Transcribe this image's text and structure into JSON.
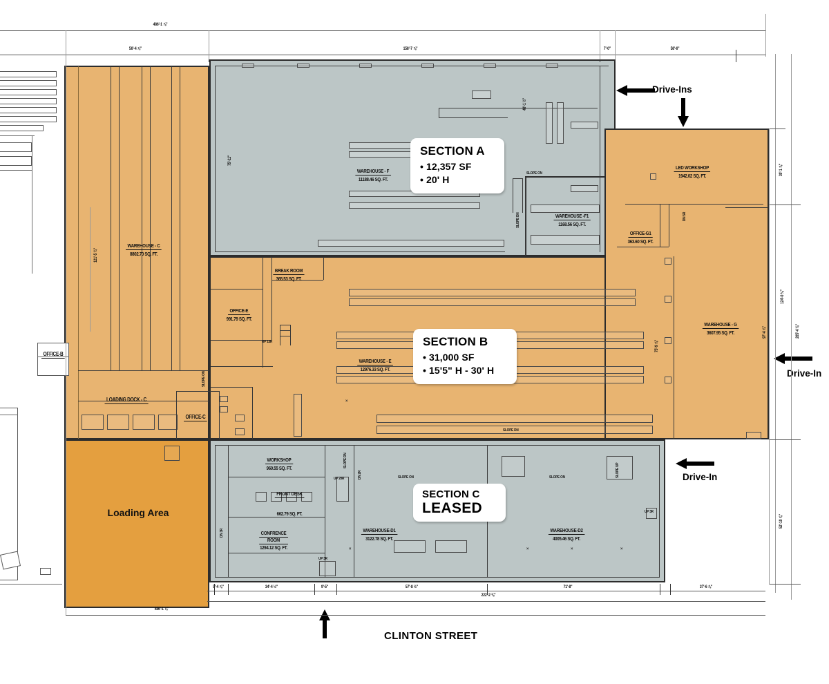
{
  "document": {
    "type": "architectural-floor-plan",
    "street_label": "CLINTON STREET"
  },
  "colors": {
    "zone_orange": "#e8b471",
    "zone_orange_dark": "#e49f3f",
    "zone_grey": "#bcc6c6",
    "outline": "#2c2c2c",
    "callout_bg": "#ffffff",
    "text": "#111111"
  },
  "callouts": [
    {
      "id": "section-a",
      "title": "SECTION A",
      "lines": [
        "12,357 SF",
        "20' H"
      ]
    },
    {
      "id": "section-b",
      "title": "SECTION B",
      "lines": [
        "31,000 SF",
        "15'5\" H - 30' H"
      ]
    },
    {
      "id": "section-c",
      "title": "SECTION C",
      "status": "LEASED"
    }
  ],
  "annotations": [
    {
      "id": "drive-ins-top",
      "label": "Drive-Ins"
    },
    {
      "id": "drive-in-right",
      "label": "Drive-In"
    },
    {
      "id": "drive-in-lower-right",
      "label": "Drive-In"
    },
    {
      "id": "loading-area",
      "label": "Loading Area"
    },
    {
      "id": "clinton-street",
      "label": "CLINTON STREET"
    }
  ],
  "rooms": [
    {
      "id": "warehouse-c",
      "name": "WAREHOUSE - C",
      "area": "8802.70 SQ. FT."
    },
    {
      "id": "loading-dock-c",
      "name": "LOADING DOCK - C",
      "area": ""
    },
    {
      "id": "office-b",
      "name": "OFFICE-B",
      "area": ""
    },
    {
      "id": "office-c",
      "name": "OFFICE-C",
      "area": ""
    },
    {
      "id": "warehouse-f",
      "name": "WAREHOUSE - F",
      "area": "11188.46 SQ. FT."
    },
    {
      "id": "warehouse-f1",
      "name": "WAREHOUSE -F1",
      "area": "1168.56 SQ. FT."
    },
    {
      "id": "led-workshop",
      "name": "LED WORKSHOP",
      "area": "1942.02 SQ. FT."
    },
    {
      "id": "office-g1",
      "name": "OFFICE-G1",
      "area": "363.60 SQ. FT."
    },
    {
      "id": "warehouse-g",
      "name": "WAREHOUSE - G",
      "area": "3607.95 SQ. FT."
    },
    {
      "id": "break-room",
      "name": "BREAK ROOM",
      "area": "365.53 SQ. FT."
    },
    {
      "id": "office-e",
      "name": "OFFICE-E",
      "area": "991.79 SQ. FT."
    },
    {
      "id": "warehouse-e",
      "name": "WAREHOUSE - E",
      "area": "12976.33 SQ. FT."
    },
    {
      "id": "workshop",
      "name": "WORKSHOP",
      "area": "960.55 SQ. FT."
    },
    {
      "id": "front-desk",
      "name": "FRONT DESK",
      "area": "662.79 SQ. FT."
    },
    {
      "id": "confrence-room",
      "name": "CONFRENCE",
      "name2": "ROOM",
      "area": "1294.12 SQ. FT."
    },
    {
      "id": "warehouse-d1",
      "name": "WAREHOUSE-D1",
      "area": "3122.78 SQ. FT."
    },
    {
      "id": "warehouse-d2",
      "name": "WAREHOUSE-D2",
      "area": "4005.46 SQ. FT."
    }
  ],
  "plan_notes": [
    {
      "id": "slope-on-1",
      "label": "SLOPE ON"
    },
    {
      "id": "slope-on-2",
      "label": "SLOPE ON"
    },
    {
      "id": "slope-on-3",
      "label": "SLOPE ON"
    },
    {
      "id": "slope-on-4",
      "label": "SLOPE ON"
    },
    {
      "id": "slope-dn-1",
      "label": "SLOPE DN"
    },
    {
      "id": "slope-dn-2",
      "label": "SLOPE DN"
    },
    {
      "id": "slope-up-1",
      "label": "SLOPE UP"
    },
    {
      "id": "up-15r",
      "label": "UP 15R"
    },
    {
      "id": "up-20r",
      "label": "UP 20R"
    },
    {
      "id": "up-3r",
      "label": "UP 3R"
    },
    {
      "id": "dn-2r",
      "label": "DN 2R"
    },
    {
      "id": "dn-3r",
      "label": "DN 3R"
    },
    {
      "id": "up-3r-right",
      "label": "UP 3R"
    },
    {
      "id": "dn-5r",
      "label": "DN 5R"
    },
    {
      "id": "slope-2",
      "label": "SLOPE DN"
    }
  ],
  "dimensions": {
    "top_overall": "486'-1 ⅞\"",
    "top_chain": [
      {
        "id": "dim-56-4",
        "label": "56'-4 ⅞\""
      },
      {
        "id": "dim-158-7",
        "label": "158'-7 ⅞\""
      },
      {
        "id": "dim-7-0",
        "label": "7'-0\""
      },
      {
        "id": "dim-58-6",
        "label": "58'-6\""
      }
    ],
    "bottom_overall": "486'-1 ⅞\"",
    "bottom_chain": [
      {
        "id": "dim-5-4",
        "label": "5'-4 ⅞\""
      },
      {
        "id": "dim-34-4",
        "label": "34'-4 ½\""
      },
      {
        "id": "dim-9-5",
        "label": "9'-5\""
      },
      {
        "id": "dim-57-8",
        "label": "57'-8 ½\""
      },
      {
        "id": "dim-222-2",
        "label": "222'-2 ⅜\""
      },
      {
        "id": "dim-71-8",
        "label": "71'-8\""
      },
      {
        "id": "dim-37-6",
        "label": "37'-6 ⅞\""
      }
    ],
    "left_chain": [
      {
        "id": "dim-121-5",
        "label": "121'-5 ¾\""
      }
    ],
    "right_chain": [
      {
        "id": "dim-30-1",
        "label": "30'-1 ⅞\""
      },
      {
        "id": "dim-124-0",
        "label": "124'-0 ⅛\""
      },
      {
        "id": "dim-97-4",
        "label": "97'-4 ⅞\""
      },
      {
        "id": "dim-205-4",
        "label": "205'-4 ⅛\""
      },
      {
        "id": "dim-52-10",
        "label": "52'-10 ⅞\""
      }
    ],
    "interior": [
      {
        "id": "dim-75-11",
        "label": "75'-11\""
      },
      {
        "id": "dim-48-1",
        "label": "48'-1 ½\""
      },
      {
        "id": "dim-75-9",
        "label": "75'-9 ⅞\""
      }
    ]
  }
}
